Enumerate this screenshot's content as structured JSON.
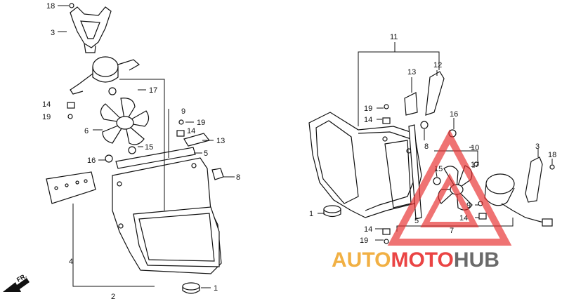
{
  "callouts": {
    "left": {
      "n18": "18",
      "n3": "3",
      "n17": "17",
      "n14": "14",
      "n19": "19",
      "n6": "6",
      "n9": "9",
      "n19b": "19",
      "n14b": "14",
      "n13": "13",
      "n15": "15",
      "n5": "5",
      "n16": "16",
      "n8": "8",
      "n4": "4",
      "n2": "2",
      "n1": "1"
    },
    "right": {
      "n11": "11",
      "n12": "12",
      "n13": "13",
      "n19": "19",
      "n14": "14",
      "n16": "16",
      "n8": "8",
      "n10": "10",
      "n15": "15",
      "n17": "17",
      "n3": "3",
      "n18": "18",
      "n1": "1",
      "n9": "9",
      "n14b": "14",
      "n5": "5",
      "n14c": "14",
      "n7": "7",
      "n19b": "19"
    }
  },
  "direction": {
    "label": "FR."
  },
  "watermark": {
    "part1": "AUTO",
    "part2": "MOTO",
    "part3": "HUB",
    "color_orange": "#f0a830",
    "color_red": "#e83030",
    "color_gray": "#5a5a5a"
  }
}
